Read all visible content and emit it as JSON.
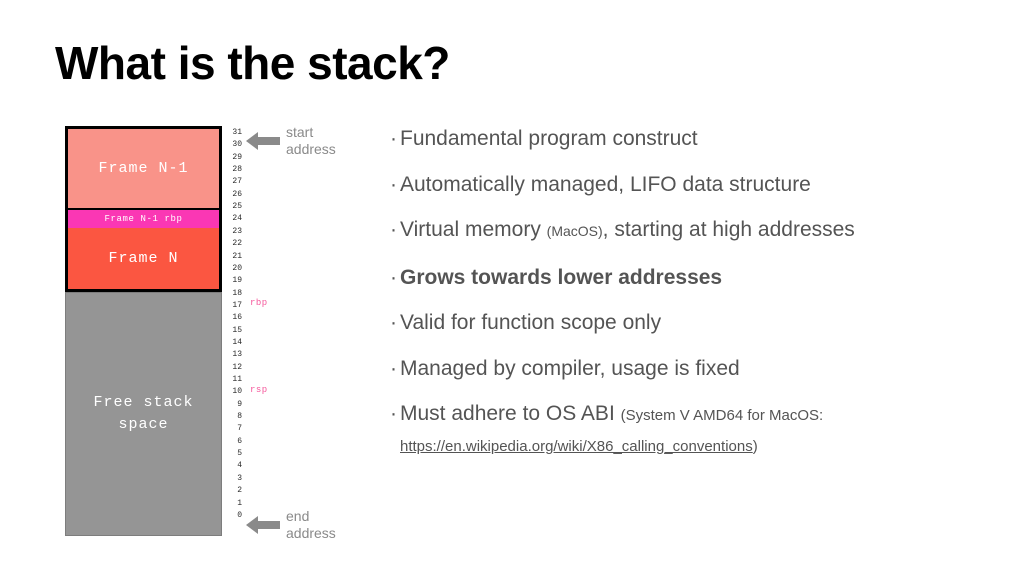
{
  "slide": {
    "title": "What is the stack?"
  },
  "diagram": {
    "blocks": [
      {
        "name": "frame-n-1",
        "label": "Frame N-1",
        "color": "#f99389"
      },
      {
        "name": "frame-n-1-rbp",
        "label": "Frame N-1 rbp",
        "color": "#fa37b4"
      },
      {
        "name": "frame-n",
        "label": "Frame N",
        "color": "#fb5641"
      },
      {
        "name": "free-stack",
        "label_line1": "Free stack",
        "label_line2": "space",
        "color": "#959595"
      }
    ],
    "addresses": [
      "31",
      "30",
      "29",
      "28",
      "27",
      "26",
      "25",
      "24",
      "23",
      "22",
      "21",
      "20",
      "19",
      "18",
      "17",
      "16",
      "15",
      "14",
      "13",
      "12",
      "11",
      "10",
      "9",
      "8",
      "7",
      "6",
      "5",
      "4",
      "3",
      "2",
      "1",
      "0"
    ],
    "registers": [
      {
        "name": "rbp",
        "label": "rbp",
        "row": "18",
        "color": "#f5569b"
      },
      {
        "name": "rsp",
        "label": "rsp",
        "row": "11",
        "color": "#f5569b"
      }
    ],
    "markers": {
      "start": {
        "line1": "start",
        "line2": "address",
        "arrow": "arrow-left-icon"
      },
      "end": {
        "line1": "end",
        "line2": "address",
        "arrow": "arrow-left-icon"
      }
    },
    "arrow_color": "#8a8a8a"
  },
  "bullets": [
    {
      "text": "Fundamental program construct",
      "bold": false
    },
    {
      "text": "Automatically managed, LIFO data structure",
      "bold": false
    },
    {
      "main": "Virtual memory ",
      "note": "(MacOS)",
      "tail": ", starting at high addresses",
      "bold": false
    },
    {
      "text": "Grows towards lower addresses",
      "bold": true
    },
    {
      "text": "Valid for function scope only",
      "bold": false
    },
    {
      "text": "Managed by compiler, usage is fixed",
      "bold": false
    },
    {
      "main": "Must adhere to OS ABI ",
      "note_open": "(System V AMD64 for MacOS: ",
      "link": "https://en.wikipedia.org/wiki/X86_calling_conventions",
      "note_close": ")",
      "bold": false
    }
  ],
  "colors": {
    "text": "#545454",
    "title": "#000000",
    "muted": "#8a8a8a",
    "accent_pink": "#f5569b"
  }
}
